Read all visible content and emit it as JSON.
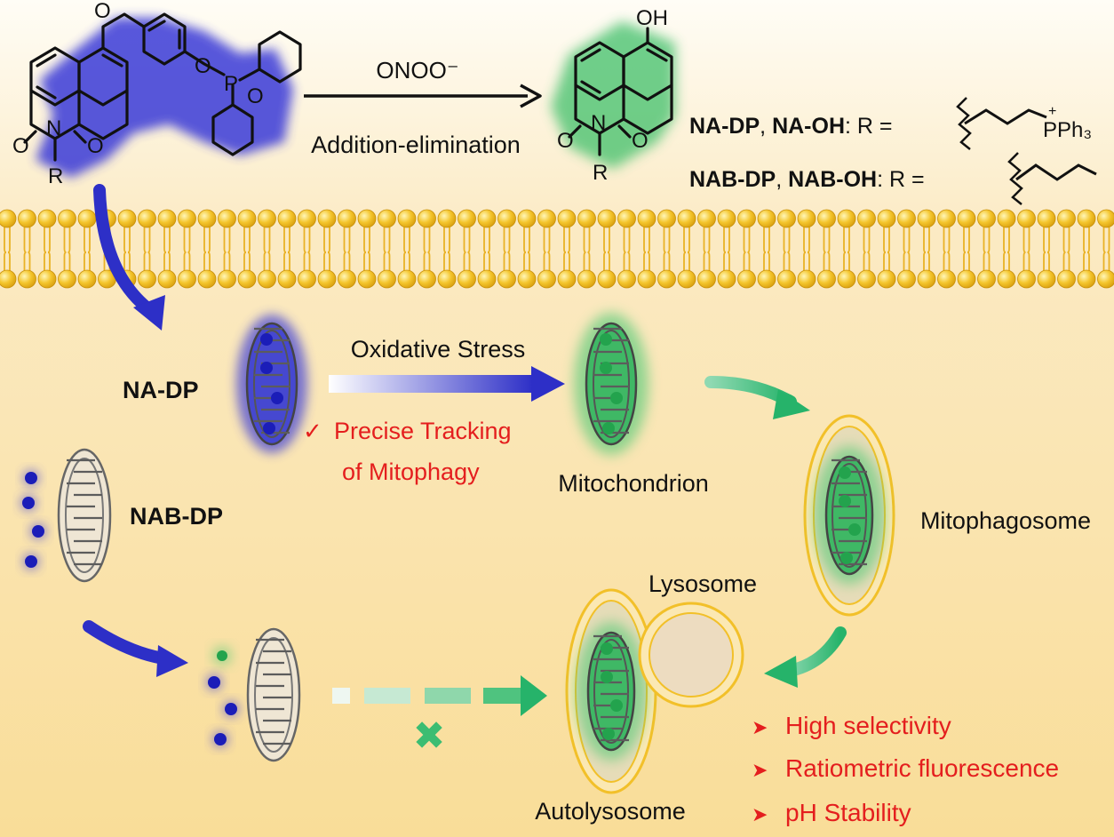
{
  "reaction": {
    "reagent": "ONOO⁻",
    "mechanism": "Addition-elimination"
  },
  "atoms": {
    "o": "O",
    "n": "N",
    "r": "R",
    "p": "P",
    "oh": "OH"
  },
  "definitions": [
    {
      "name1": "NA-DP",
      "sep": ", ",
      "name2": "NA-OH",
      "colon": ": R =",
      "substituent": "PPh₃",
      "charge": "+"
    },
    {
      "name1": "NAB-DP",
      "sep": ", ",
      "name2": "NAB-OH",
      "colon": ": R ="
    }
  ],
  "probes": {
    "na_dp": "NA-DP",
    "nab_dp": "NAB-DP"
  },
  "process": {
    "stress": "Oxidative Stress",
    "check": "✓",
    "tracking_line1": "Precise Tracking",
    "tracking_line2": "of Mitophagy",
    "mitochondrion": "Mitochondrion",
    "mitophagosome": "Mitophagosome",
    "lysosome": "Lysosome",
    "autolysosome": "Autolysosome",
    "blocked": "✖"
  },
  "features": {
    "bullet": "➤",
    "items": [
      "High selectivity",
      "Ratiometric fluorescence",
      "pH Stability"
    ]
  },
  "colors": {
    "background": "#fbe9bf",
    "probe_blue": "#2d2fc7",
    "product_green": "#2fae55",
    "highlight_red": "#e41e1e",
    "membrane_gold": "#f2c029"
  }
}
